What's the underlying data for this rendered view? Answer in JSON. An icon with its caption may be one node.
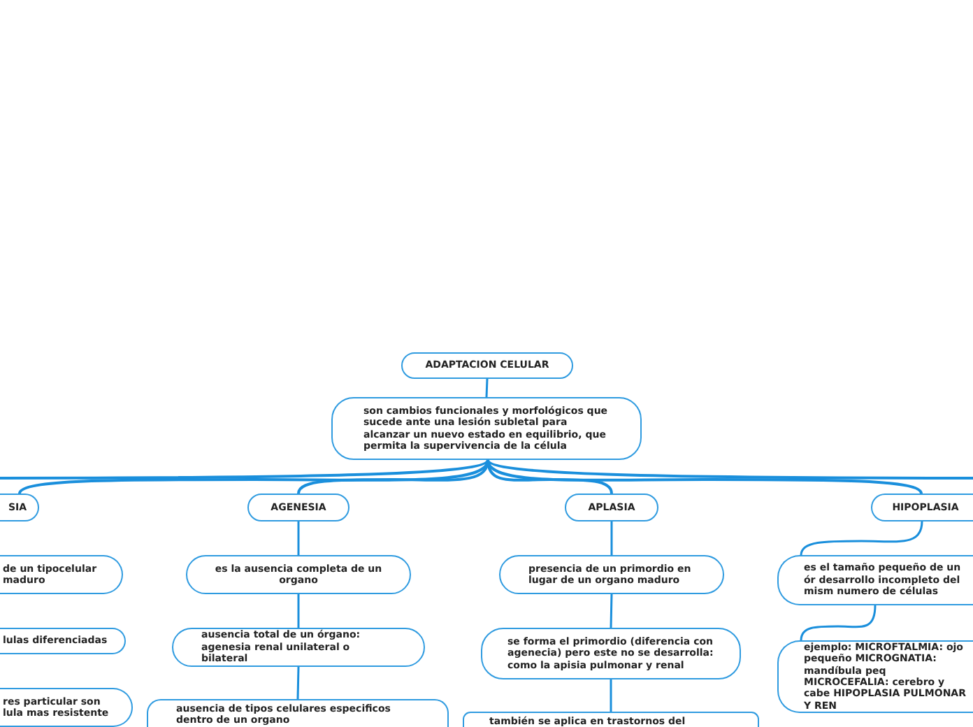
{
  "diagram": {
    "nodes": [
      {
        "text": [
          "ADAPTACION CELULAR"
        ]
      },
      {
        "text": [
          "son cambios funcionales y morfológicos que sucede ante una lesión subletal para alcanzar un nuevo estado en equilibrio, que permita la supervivencia de la célula"
        ]
      },
      {
        "text": [
          "SIA"
        ]
      },
      {
        "text": [
          "AGENESIA"
        ]
      },
      {
        "text": [
          "APLASIA"
        ]
      },
      {
        "text": [
          "HIPOPLASIA"
        ]
      },
      {
        "text": [
          "de un tipocelular maduro"
        ]
      },
      {
        "text": [
          "lulas diferenciadas"
        ]
      },
      {
        "text": [
          "res particular son lula mas resistente"
        ]
      },
      {
        "text": [
          "es la ausencia completa de un organo"
        ]
      },
      {
        "text": [
          "ausencia total de un órgano: agenesia renal unilateral o bilateral"
        ]
      },
      {
        "text": [
          "ausencia de tipos celulares especificos dentro de un organo"
        ]
      },
      {
        "text": [
          "presencia de un primordio en lugar de un organo maduro"
        ]
      },
      {
        "text": [
          "se forma el primordio (diferencia con agenecia) pero este no se desarrolla: como la apisia pulmonar y renal"
        ]
      },
      {
        "text": [
          "también se aplica en trastornos del"
        ]
      },
      {
        "text": [
          "es el tamaño pequeño de un ór desarrollo incompleto del mism numero de células"
        ]
      },
      {
        "text": [
          "ejemplo: MICROFTALMIA: ojo pequeño MICROGNATIA: mandíbula peq MICROCEFALIA: cerebro y cabe HIPOPLASIA PULMONAR Y REN"
        ]
      }
    ],
    "edges": [
      {
        "from": 0,
        "to": 1,
        "arrow": "none"
      },
      {
        "from": 1,
        "to": 2,
        "arrow": "none"
      },
      {
        "from": 1,
        "to": 3,
        "arrow": "none"
      },
      {
        "from": 1,
        "to": 4,
        "arrow": "none"
      },
      {
        "from": 1,
        "to": 5,
        "arrow": "none"
      },
      {
        "from": 1,
        "to": null,
        "arrow": "none"
      },
      {
        "from": 1,
        "to": null,
        "arrow": "none"
      },
      {
        "from": 3,
        "to": 9,
        "arrow": "none"
      },
      {
        "from": 9,
        "to": 10,
        "arrow": "none"
      },
      {
        "from": 10,
        "to": 11,
        "arrow": "none"
      },
      {
        "from": 4,
        "to": 12,
        "arrow": "none"
      },
      {
        "from": 12,
        "to": 13,
        "arrow": "none"
      },
      {
        "from": 13,
        "to": 14,
        "arrow": "none"
      },
      {
        "from": 5,
        "to": 15,
        "arrow": "none"
      },
      {
        "from": 15,
        "to": 16,
        "arrow": "none"
      }
    ]
  }
}
